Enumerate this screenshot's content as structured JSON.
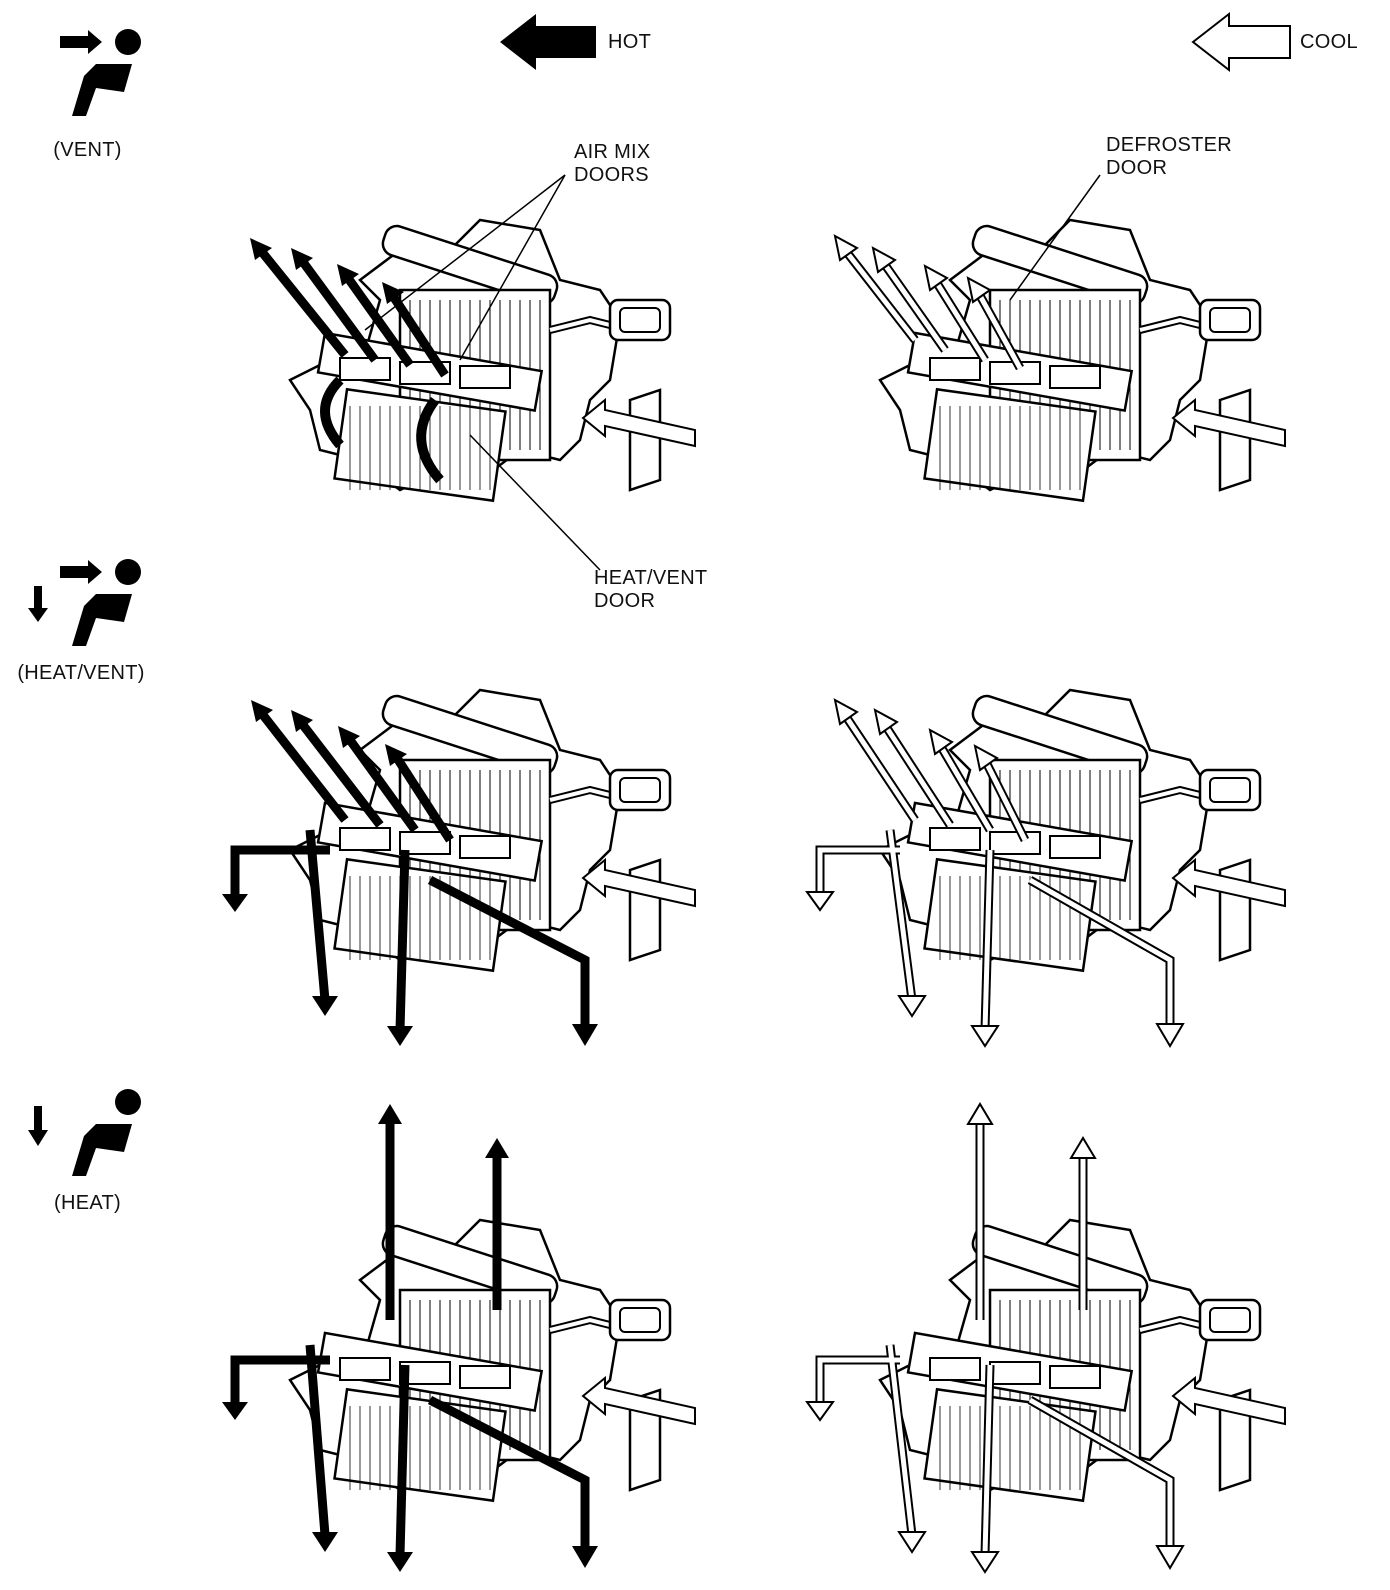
{
  "legend": {
    "hot_label": "HOT",
    "cool_label": "COOL",
    "hot_color": "#000000",
    "cool_color": "#ffffff"
  },
  "modes": [
    {
      "label": "(VENT)",
      "icon": "seat-occupant-face-airflow-icon"
    },
    {
      "label": "(HEAT/VENT)",
      "icon": "seat-occupant-face-and-feet-airflow-icon"
    },
    {
      "label": "(HEAT)",
      "icon": "seat-occupant-feet-airflow-icon"
    }
  ],
  "callouts": {
    "air_mix_line1": "AIR MIX",
    "air_mix_line2": "DOORS",
    "defroster_line1": "DEFROSTER",
    "defroster_line2": "DOOR",
    "heat_vent_line1": "HEAT/VENT",
    "heat_vent_line2": "DOOR"
  }
}
